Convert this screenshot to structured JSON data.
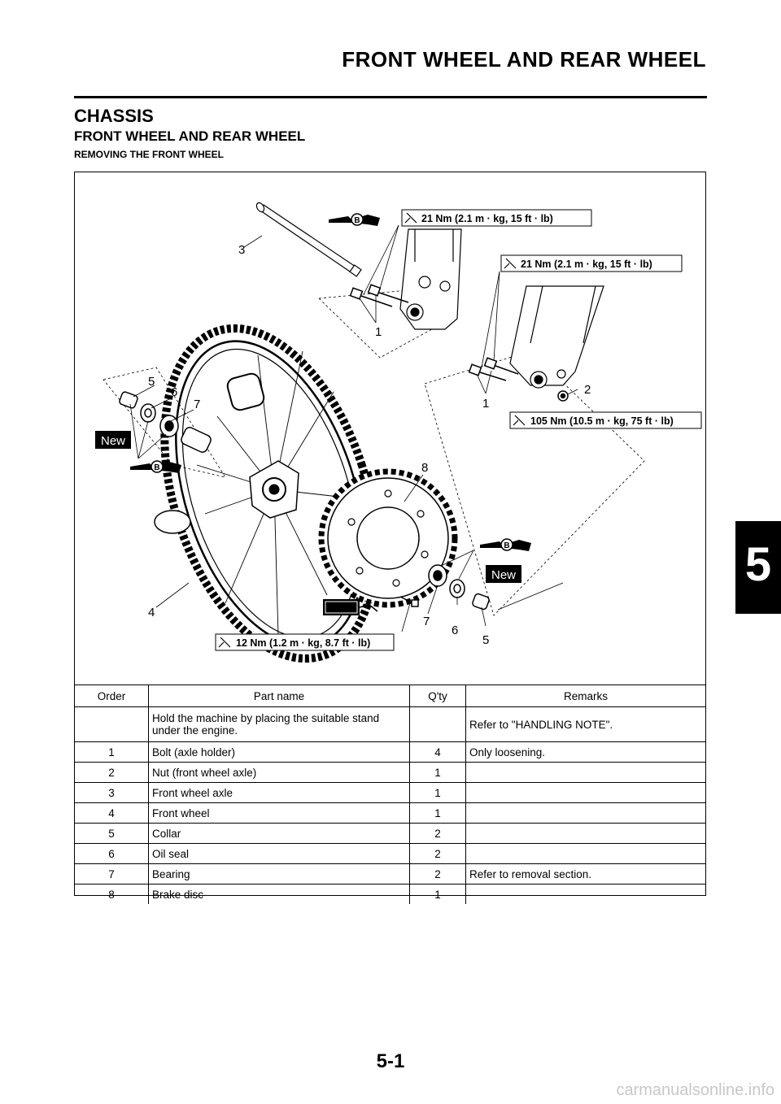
{
  "header": {
    "title": "FRONT WHEEL AND REAR WHEEL"
  },
  "section": "CHASSIS",
  "subsection": "FRONT WHEEL AND REAR WHEEL",
  "subsubsection": "REMOVING THE FRONT WHEEL",
  "diagram": {
    "torque_1": "21 Nm (2.1 m · kg, 15 ft · lb)",
    "torque_2": "21 Nm (2.1 m · kg, 15 ft · lb)",
    "torque_3": "105 Nm (10.5 m · kg, 75 ft · lb)",
    "torque_4": "12 Nm (1.2 m · kg, 8.7 ft · lb)",
    "new_label": "New",
    "grease_letter": "B",
    "callouts": [
      "3",
      "1",
      "1",
      "2",
      "5",
      "6",
      "7",
      "8",
      "4",
      "7",
      "6",
      "5"
    ]
  },
  "table": {
    "headers": [
      "Order",
      "Part name",
      "Q'ty",
      "Remarks"
    ],
    "rows": [
      {
        "order": "",
        "name": "Hold the machine by placing the suitable stand under the engine.",
        "qty": "",
        "remarks": "Refer to \"HANDLING NOTE\"."
      },
      {
        "order": "1",
        "name": "Bolt (axle holder)",
        "qty": "4",
        "remarks": "Only loosening."
      },
      {
        "order": "2",
        "name": "Nut (front wheel axle)",
        "qty": "1",
        "remarks": ""
      },
      {
        "order": "3",
        "name": "Front wheel axle",
        "qty": "1",
        "remarks": ""
      },
      {
        "order": "4",
        "name": "Front wheel",
        "qty": "1",
        "remarks": ""
      },
      {
        "order": "5",
        "name": "Collar",
        "qty": "2",
        "remarks": ""
      },
      {
        "order": "6",
        "name": "Oil seal",
        "qty": "2",
        "remarks": ""
      },
      {
        "order": "7",
        "name": "Bearing",
        "qty": "2",
        "remarks": "Refer to removal section."
      },
      {
        "order": "8",
        "name": "Brake disc",
        "qty": "1",
        "remarks": ""
      }
    ]
  },
  "tab": {
    "number": "5"
  },
  "footer": {
    "page": "5-1",
    "watermark": "carmanualsonline.info"
  }
}
